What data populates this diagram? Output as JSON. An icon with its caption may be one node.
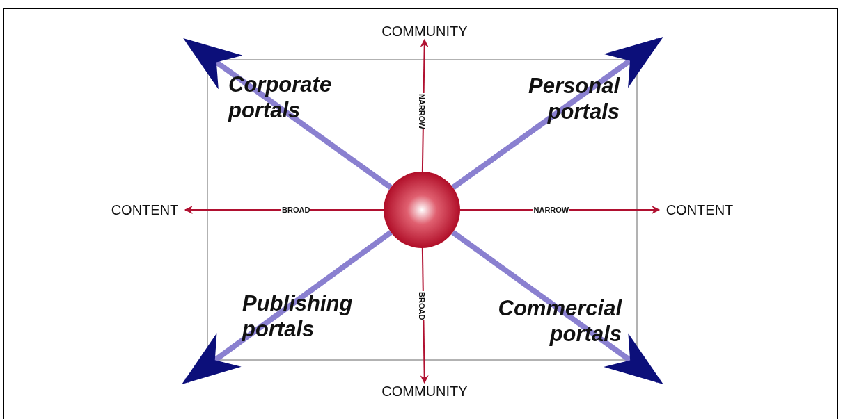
{
  "diagram": {
    "nodes": [
      {
        "text": [
          "COMMUNITY"
        ]
      },
      {
        "text": [
          "CONTENT"
        ]
      },
      {
        "text": [],
        "shape": "circle"
      },
      {
        "text": [
          "CONTENT"
        ]
      },
      {
        "text": [
          "COMMUNITY"
        ]
      }
    ],
    "edges": [
      {
        "from": 2,
        "to": 0,
        "arrow": "to",
        "label": "NARROW"
      },
      {
        "from": 2,
        "to": 1,
        "arrow": "to",
        "label": "BROAD"
      },
      {
        "from": 2,
        "to": 3,
        "arrow": "to",
        "label": "NARROW"
      },
      {
        "from": 2,
        "to": 4,
        "arrow": "to",
        "label": "BROAD"
      },
      {
        "from": 2,
        "to": null,
        "arrow": "to",
        "style": "thick",
        "color": "#8a80d0"
      },
      {
        "from": 2,
        "to": null,
        "arrow": "to",
        "style": "thick",
        "color": "#8a80d0"
      },
      {
        "from": 2,
        "to": null,
        "arrow": "to",
        "style": "thick",
        "color": "#8a80d0"
      },
      {
        "from": 2,
        "to": null,
        "arrow": "to",
        "style": "thick",
        "color": "#8a80d0"
      }
    ],
    "labels": [
      "Corporate portals",
      "Personal portals",
      "Publishing portals",
      "Commercial portals"
    ]
  }
}
